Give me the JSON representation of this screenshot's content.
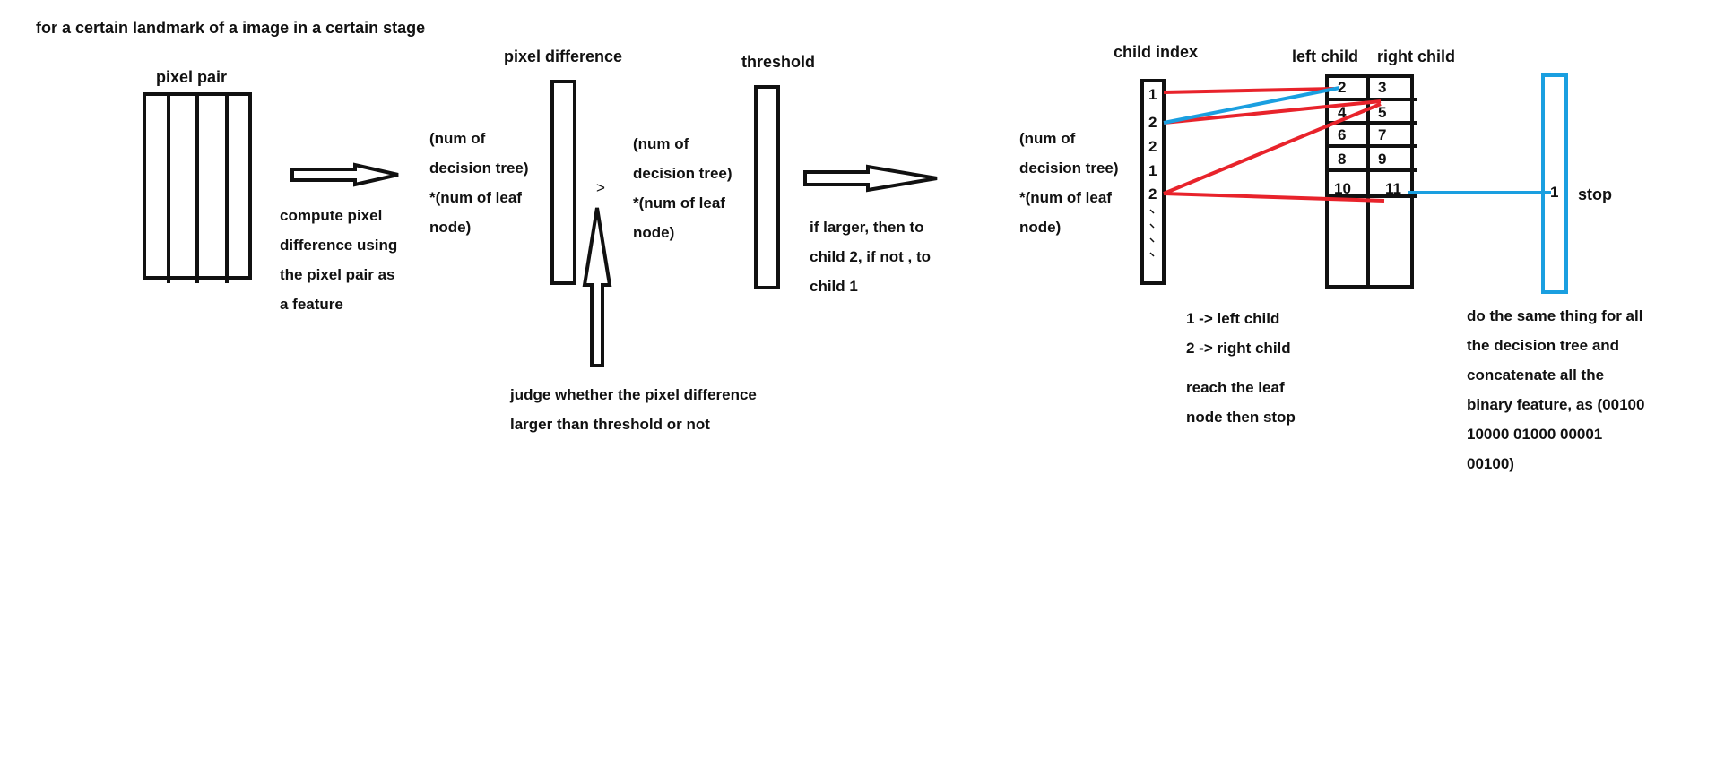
{
  "title": "for a certain landmark of a image in a certain stage",
  "pixel_pair": {
    "label": "pixel pair",
    "caption": [
      "compute pixel",
      "difference using",
      "the pixel pair as",
      "a feature"
    ]
  },
  "pixel_difference": {
    "label": "pixel difference",
    "size_note": [
      "(num of",
      "decision tree)",
      "*(num of leaf",
      "node)"
    ],
    "compare_symbol": ">",
    "judge_note": [
      "judge whether the pixel difference",
      "larger than threshold or not"
    ]
  },
  "threshold": {
    "label": "threshold",
    "size_note": [
      "(num of",
      "decision tree)",
      "*(num of leaf",
      "node)"
    ],
    "rule": [
      "if larger, then to",
      "child 2, if not , to",
      "child 1"
    ]
  },
  "child_index": {
    "label": "child index",
    "size_note": [
      "(num of",
      "decision tree)",
      "*(num of leaf",
      "node)"
    ],
    "values": [
      "1",
      "2",
      "2",
      "1",
      "2"
    ]
  },
  "children_table": {
    "left_label": "left child",
    "right_label": "right child",
    "rows": [
      [
        "2",
        "3"
      ],
      [
        "4",
        "5"
      ],
      [
        "6",
        "7"
      ],
      [
        "8",
        "9"
      ],
      [
        "10",
        "11"
      ]
    ]
  },
  "legend": {
    "lines": [
      "1 -> left child",
      "2 -> right child"
    ],
    "stop_note": [
      "reach the leaf",
      "node then stop"
    ]
  },
  "leaf": {
    "value": "1",
    "stop_label": "stop",
    "concat_note": [
      "do the same thing for all",
      "the decision tree and",
      "concatenate all the",
      "binary feature, as (00100",
      "10000 01000 00001",
      "00100)"
    ]
  },
  "colors": {
    "red": "#e8232b",
    "blue": "#1a9fe0",
    "ink": "#111111"
  }
}
